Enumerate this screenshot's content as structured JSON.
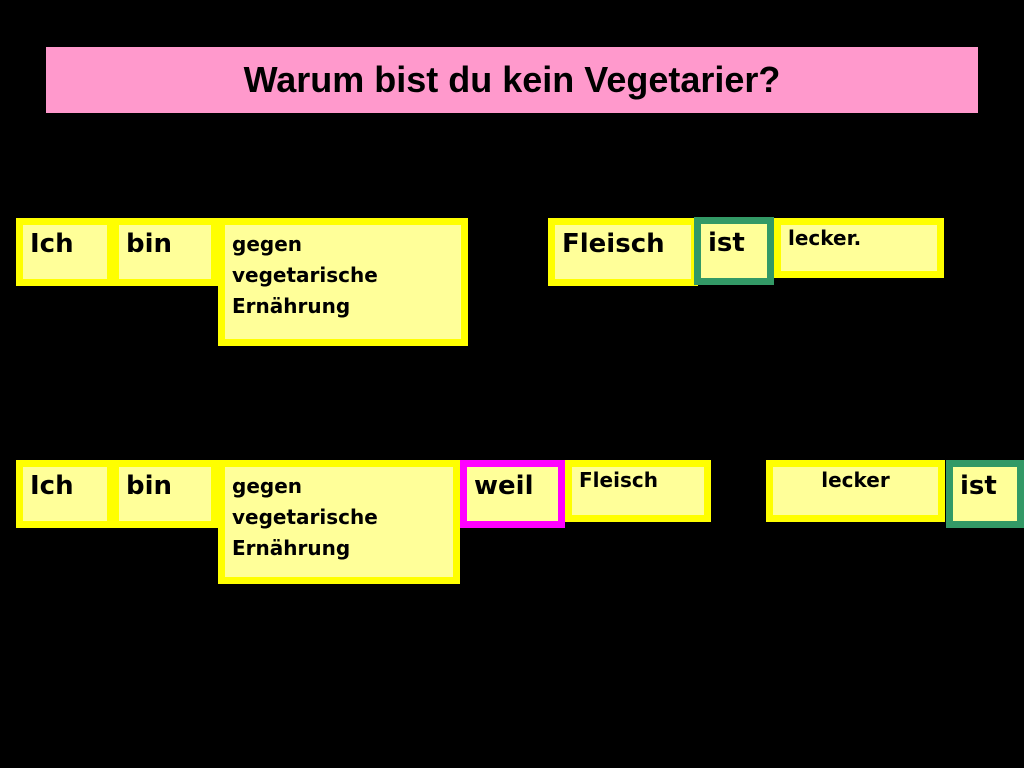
{
  "slide": {
    "title": "Warum bist du kein Vegetarier?",
    "colors": {
      "background": "#000000",
      "title_bar": "#ff99cc",
      "card_fill": "#ffff99",
      "card_border": "#ffff00",
      "verb_border": "#339966",
      "conjunction_border": "#ff00ff"
    }
  },
  "row1": {
    "w1": "Ich",
    "w2": "bin",
    "w3_l1": "gegen",
    "w3_l2": "vegetarische",
    "w3_l3": "Ernährung",
    "w4": "Fleisch",
    "w5": "ist",
    "w6": "lecker."
  },
  "row2": {
    "w1": "Ich",
    "w2": "bin",
    "w3_l1": "gegen",
    "w3_l2": "vegetarische",
    "w3_l3": "Ernährung",
    "w4": "weil",
    "w5": "Fleisch",
    "w6": "lecker",
    "w7": "ist"
  }
}
